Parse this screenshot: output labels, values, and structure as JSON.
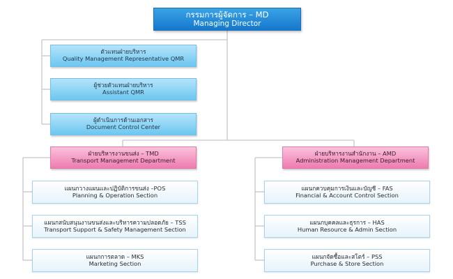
{
  "managing_director": {
    "line1": "กรรมการผู้จัดการ – MD",
    "line2": "Managing Director"
  },
  "qmr_boxes": [
    {
      "line1": "ตัวแทนฝ่ายบริหาร",
      "line2": "Quality Management Representative QMR"
    },
    {
      "line1": "ผู้ช่วยตัวแทนฝ่ายบริหาร",
      "line2": "Assistant QMR"
    },
    {
      "line1": "ผู้ดำเนินการด้านเอกสาร",
      "line2": "Document Control Center"
    }
  ],
  "departments": [
    {
      "line1": "ฝ่ายบริหารงานขนส่ง – TMD",
      "line2": "Transport Management Department"
    },
    {
      "line1": "ฝ่ายบริหารงานสำนักงาน – AMD",
      "line2": "Administration Management Department"
    }
  ],
  "transport_sections": [
    {
      "line1": "แผนกวางแผนและปฏิบัติการขนส่ง –POS",
      "line2": "Planning & Operation Section"
    },
    {
      "line1": "แผนกสนับสนุนงานขนส่งและบริหารความปลอดภัย – TSS",
      "line2": "Transport Support & Safety Management Section"
    },
    {
      "line1": "แผนกการตลาด – MKS",
      "line2": "Marketing Section"
    }
  ],
  "admin_sections": [
    {
      "line1": "แผนกควบคุมการเงินและบัญชี – FAS",
      "line2": "Financial & Account Control Section"
    },
    {
      "line1": "แผนกบุคคลและธุรการ – HAS",
      "line2": "Human Resource & Admin Section"
    },
    {
      "line1": "แผนกจัดซื้อและสโตร์ – PSS",
      "line2": "Purchase & Store Section"
    }
  ],
  "colors": {
    "md_blue": "#1e86d6",
    "qmr_blue": "#8fd3f4",
    "dept_pink": "#f49ac4",
    "section_border": "#a8d3ec",
    "connector": "#c7c7c7"
  }
}
